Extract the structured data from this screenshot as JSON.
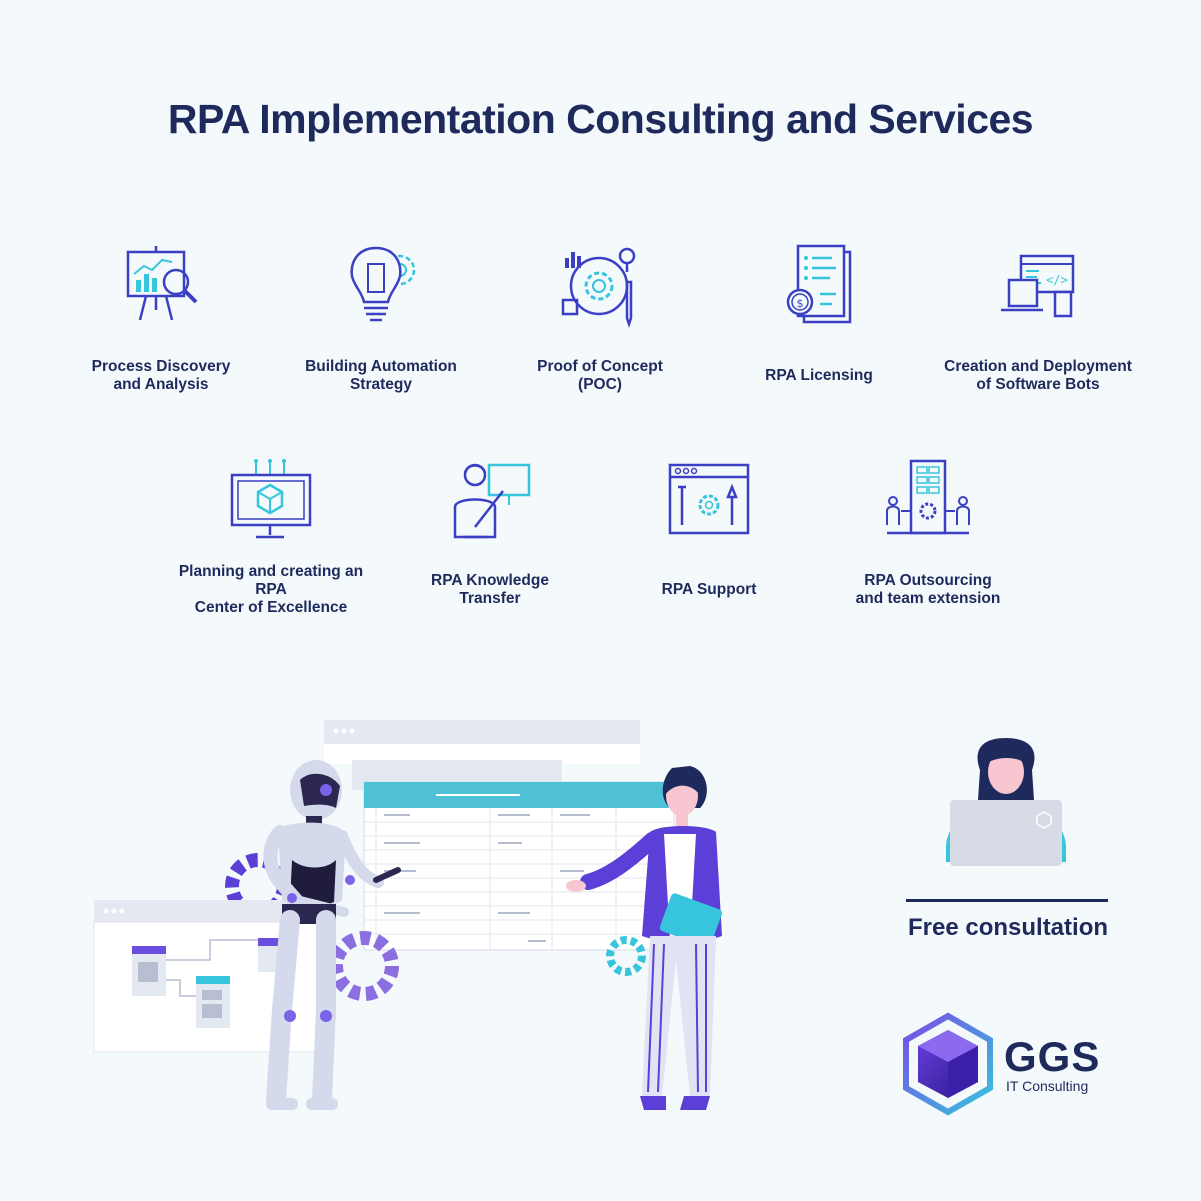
{
  "title": "RPA Implementation Consulting and Services",
  "services": [
    {
      "label_lines": [
        "Process Discovery",
        "and Analysis"
      ],
      "icon": "presentation-analytics-icon"
    },
    {
      "label_lines": [
        "Building Automation",
        "Strategy"
      ],
      "icon": "lightbulb-strategy-icon"
    },
    {
      "label_lines": [
        "Proof of Concept",
        "(POC)"
      ],
      "icon": "concept-gear-icon"
    },
    {
      "label_lines": [
        "RPA Licensing"
      ],
      "icon": "license-document-icon"
    },
    {
      "label_lines": [
        "Creation and Deployment",
        "of Software Bots"
      ],
      "icon": "devices-code-icon"
    },
    {
      "label_lines": [
        "Planning and creating an RPA",
        "Center of Excellence"
      ],
      "icon": "monitor-cube-icon"
    },
    {
      "label_lines": [
        "RPA Knowledge",
        "Transfer"
      ],
      "icon": "teacher-board-icon"
    },
    {
      "label_lines": [
        "RPA Support"
      ],
      "icon": "support-tools-icon"
    },
    {
      "label_lines": [
        "RPA Outsourcing",
        "and team extension"
      ],
      "icon": "team-extension-icon"
    }
  ],
  "cta": {
    "label": "Free consultation",
    "icon": "person-laptop-icon"
  },
  "brand": {
    "name": "GGS",
    "tagline": "IT Consulting",
    "logo": "cube-hexagon-logo"
  },
  "colors": {
    "navy": "#1f2a5c",
    "purple": "#5b3fd6",
    "teal": "#36c5dc",
    "background": "#f4f9fb"
  }
}
